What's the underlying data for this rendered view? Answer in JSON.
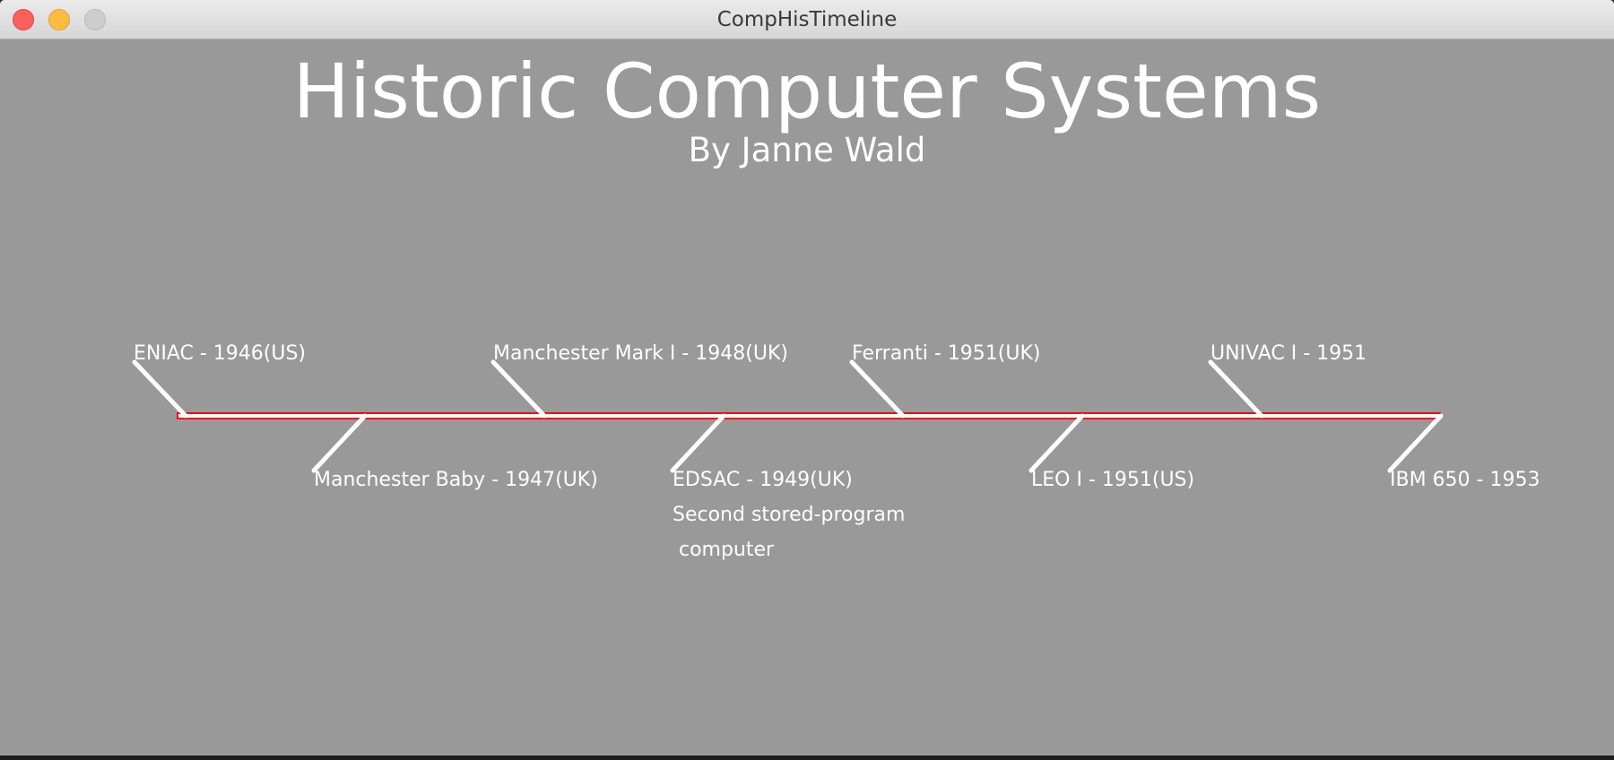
{
  "window": {
    "title": "CompHisTimeline"
  },
  "header": {
    "title": "Historic Computer Systems",
    "subtitle": "By Janne Wald"
  },
  "timeline": {
    "line_color": "#ff0000",
    "events": [
      {
        "label": "ENIAC - 1946(US)",
        "side": "above"
      },
      {
        "label": "Manchester Baby - 1947(UK)",
        "side": "below"
      },
      {
        "label": "Manchester Mark I - 1948(UK)",
        "side": "above"
      },
      {
        "label": "EDSAC - 1949(UK)",
        "side": "below",
        "note": "Second stored-program\n computer"
      },
      {
        "label": "Ferranti - 1951(UK)",
        "side": "above"
      },
      {
        "label": "LEO I - 1951(US)",
        "side": "below"
      },
      {
        "label": "UNIVAC I - 1951",
        "side": "above"
      },
      {
        "label": "IBM 650 - 1953",
        "side": "below"
      }
    ]
  }
}
